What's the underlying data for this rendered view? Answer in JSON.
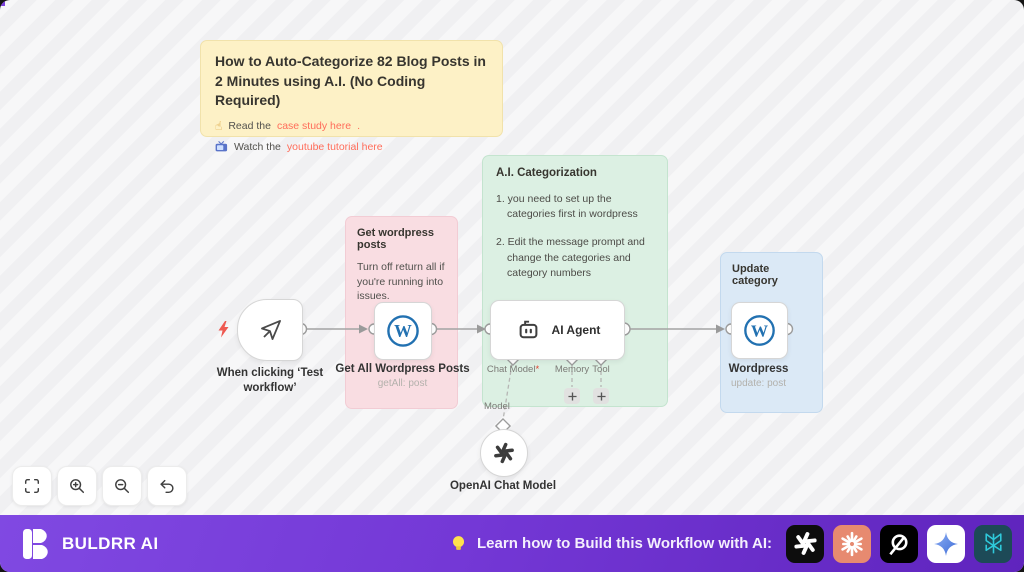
{
  "notes": {
    "howto": {
      "title": "How to Auto-Categorize 82 Blog Posts in 2 Minutes using A.I. (No Coding Required)",
      "read_prefix": "Read the",
      "read_link": "case study here",
      "read_suffix": ".",
      "watch_prefix": "Watch the",
      "watch_link": "youtube tutorial here",
      "point_up_glyph": "☝"
    },
    "get_posts": {
      "title": "Get wordpress posts",
      "body": "Turn off return all if you're running into issues."
    },
    "ai_cat": {
      "title": "A.I. Categorization",
      "item1": "1. you need to set up the categories first in wordpress",
      "item2": "2. Edit the message prompt and change the categories and category numbers"
    },
    "update_cat": {
      "title": "Update category"
    }
  },
  "nodes": {
    "trigger": {
      "label": "When clicking ‘Test workflow’"
    },
    "wp_get": {
      "label": "Get All Wordpress Posts",
      "sublabel": "getAll: post",
      "glyph": "W"
    },
    "agent": {
      "label": "AI Agent",
      "port_chat_model": "Chat Model",
      "required_mark": "*",
      "port_memory": "Memory",
      "port_tool": "Tool",
      "edge_label": "Model"
    },
    "wp_update": {
      "label": "Wordpress",
      "sublabel": "update: post",
      "glyph": "W"
    },
    "openai": {
      "label": "OpenAI Chat Model"
    }
  },
  "toolbar": {
    "buttons": [
      "fit-view",
      "zoom-in",
      "zoom-out",
      "undo"
    ]
  },
  "footer": {
    "brand": "BULDRR AI",
    "cta": "Learn how to Build this Workflow with AI:",
    "ai_tools": [
      "ChatGPT",
      "Claude",
      "Grok",
      "Gemini",
      "Perplexity"
    ]
  },
  "colors": {
    "accent_link": "#ff6d5a",
    "sticky_yellow": "#fdf1c6",
    "sticky_pink": "#f9dde2",
    "sticky_green": "#dcf0e3",
    "sticky_blue": "#dbe9f6",
    "bolt_red": "#ee5951",
    "wordpress_blue": "#2271b1",
    "footer_gradient_start": "#8049e2",
    "footer_gradient_end": "#5f24bd",
    "icon_chatgpt_bg": "#0d0d0d",
    "icon_claude_bg": "#e78a70",
    "icon_grok_bg": "#000000",
    "icon_gemini_bg": "#ffffff",
    "icon_perplexity_bg": "#1d4a57"
  }
}
